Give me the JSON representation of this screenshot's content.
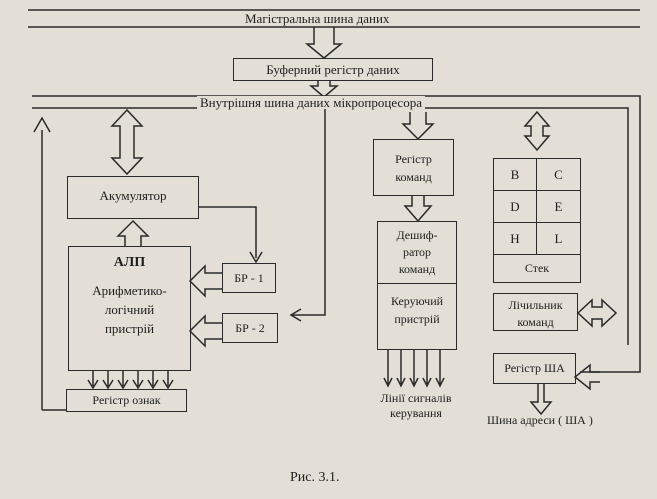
{
  "figure": {
    "bus_label": "Магістральна шина даних",
    "buffer_register": "Буферний регістр даних",
    "internal_bus": "Внутрішня шина даних мікропроцесора",
    "accumulator": "Акумулятор",
    "alu_title": "АЛП",
    "alu_desc_1": "Арифметико-",
    "alu_desc_2": "логічний",
    "alu_desc_3": "пристрій",
    "br1": "БР - 1",
    "br2": "БР - 2",
    "flags_register": "Регістр ознак",
    "instruction_register_1": "Регістр",
    "instruction_register_2": "команд",
    "decoder_1": "Дешиф-",
    "decoder_2": "ратор",
    "decoder_3": "команд",
    "control_unit_1": "Керуючий",
    "control_unit_2": "пристрій",
    "control_lines_1": "Лінії сигналів",
    "control_lines_2": "керування",
    "reg_b": "B",
    "reg_c": "C",
    "reg_d": "D",
    "reg_e": "E",
    "reg_h": "H",
    "reg_l": "L",
    "stack": "Стек",
    "pc_1": "Лічильник",
    "pc_2": "команд",
    "address_register": "Регістр ША",
    "address_bus": "Шина адреси ( ША )",
    "caption": "Рис. 3.1."
  }
}
